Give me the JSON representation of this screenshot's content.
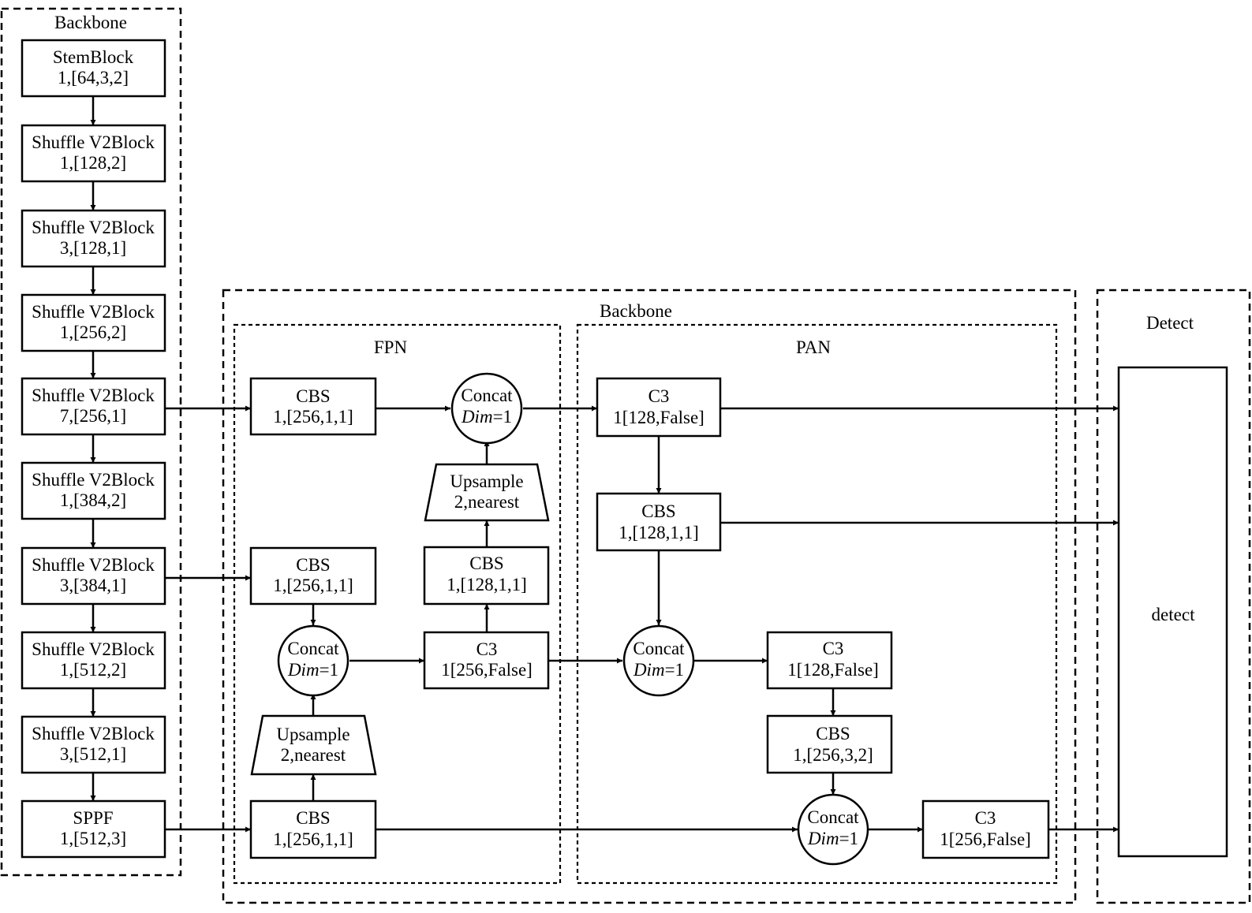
{
  "groups": {
    "backbone_left": "Backbone",
    "neck": "Backbone",
    "fpn": "FPN",
    "pan": "PAN",
    "detect": "Detect"
  },
  "backbone": [
    {
      "name": "StemBlock",
      "param": "1,[64,3,2]"
    },
    {
      "name": "Shuffle V2Block",
      "param": "1,[128,2]"
    },
    {
      "name": "Shuffle V2Block",
      "param": "3,[128,1]"
    },
    {
      "name": "Shuffle V2Block",
      "param": "1,[256,2]"
    },
    {
      "name": "Shuffle V2Block",
      "param": "7,[256,1]"
    },
    {
      "name": "Shuffle V2Block",
      "param": "1,[384,2]"
    },
    {
      "name": "Shuffle V2Block",
      "param": "3,[384,1]"
    },
    {
      "name": "Shuffle V2Block",
      "param": "1,[512,2]"
    },
    {
      "name": "Shuffle V2Block",
      "param": "3,[512,1]"
    },
    {
      "name": "SPPF",
      "param": "1,[512,3]"
    }
  ],
  "fpn": {
    "cbs_top": {
      "name": "CBS",
      "param": "1,[256,1,1]"
    },
    "concat_top": {
      "name": "Concat",
      "dim_prefix": "Dim",
      "dim_suffix": "=1"
    },
    "upsample_top": {
      "name": "Upsample",
      "param": "2,nearest"
    },
    "cbs_mid_right": {
      "name": "CBS",
      "param": "1,[128,1,1]"
    },
    "cbs_mid": {
      "name": "CBS",
      "param": "1,[256,1,1]"
    },
    "concat_mid": {
      "name": "Concat",
      "dim_prefix": "Dim",
      "dim_suffix": "=1"
    },
    "c3_mid": {
      "name": "C3",
      "param": "1[256,False]"
    },
    "upsample_bottom": {
      "name": "Upsample",
      "param": "2,nearest"
    },
    "cbs_bottom": {
      "name": "CBS",
      "param": "1,[256,1,1]"
    }
  },
  "pan": {
    "c3_top": {
      "name": "C3",
      "param": "1[128,False]"
    },
    "cbs_top": {
      "name": "CBS",
      "param": "1,[128,1,1]"
    },
    "concat_mid": {
      "name": "Concat",
      "dim_prefix": "Dim",
      "dim_suffix": "=1"
    },
    "c3_mid": {
      "name": "C3",
      "param": "1[128,False]"
    },
    "cbs_mid": {
      "name": "CBS",
      "param": "1,[256,3,2]"
    },
    "concat_bottom": {
      "name": "Concat",
      "dim_prefix": "Dim",
      "dim_suffix": "=1"
    },
    "c3_bottom": {
      "name": "C3",
      "param": "1[256,False]"
    }
  },
  "detect": {
    "label": "detect"
  }
}
